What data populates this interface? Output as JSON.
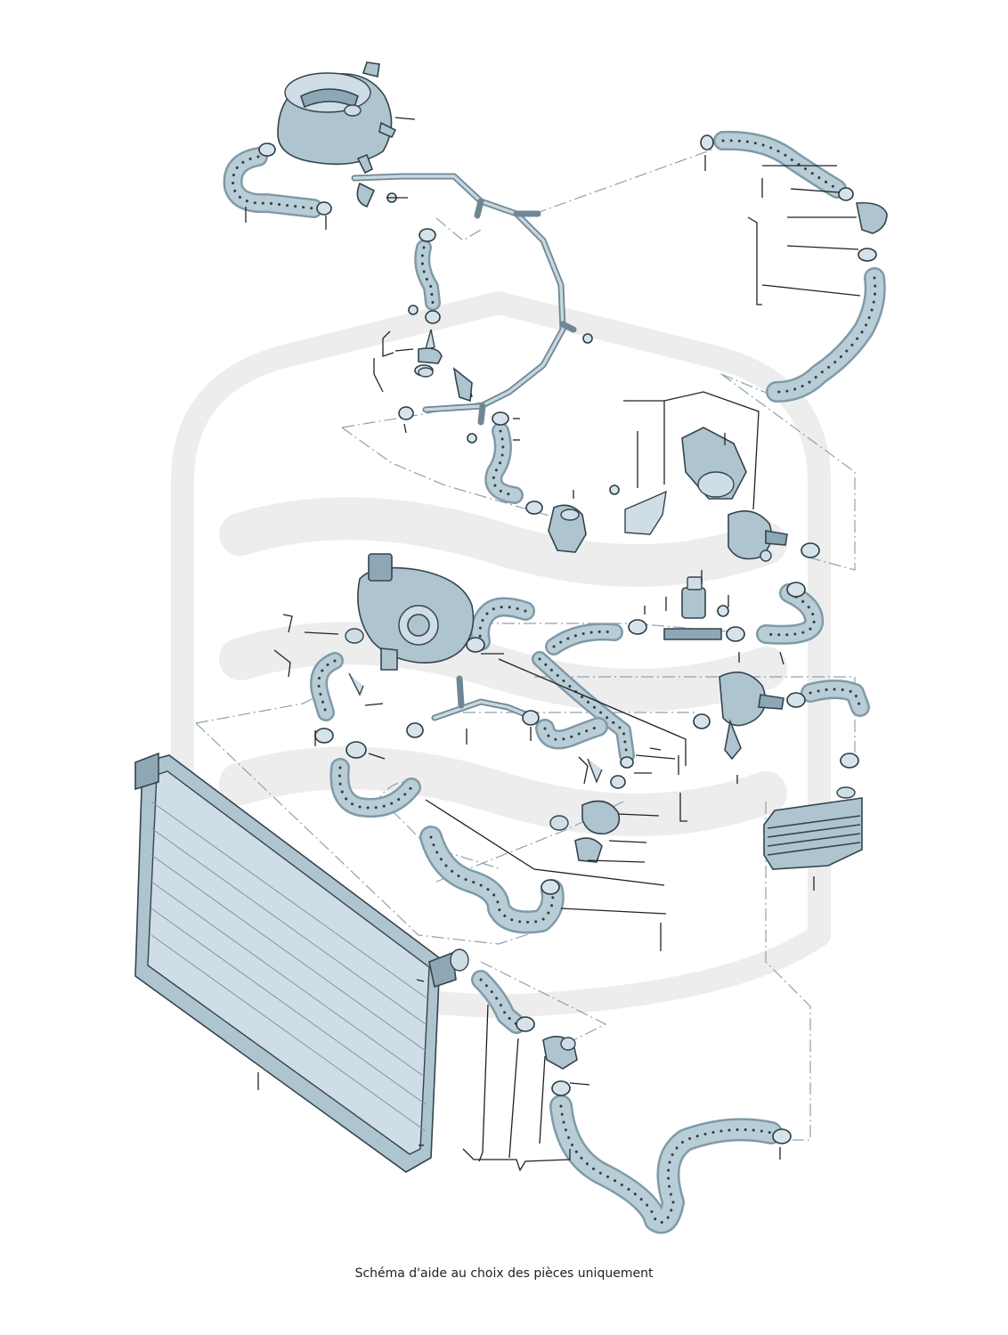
{
  "diagram": {
    "caption": "Schéma d'aide au choix des pièces uniquement",
    "colors": {
      "part_fill": "#aec4cf",
      "part_outline": "#34444e",
      "hose_fill": "#9fb7c3",
      "leader_line": "#222222",
      "dash_dot_line": "#8aa2b0",
      "watermark": "#ececec"
    },
    "parts": [
      {
        "name": "expansion-tank"
      },
      {
        "name": "hose-tank-left"
      },
      {
        "name": "hose-top-right"
      },
      {
        "name": "coolant-pipe-top"
      },
      {
        "name": "hose-right-long"
      },
      {
        "name": "thermostat-housing"
      },
      {
        "name": "auxiliary-pump-upper"
      },
      {
        "name": "coolant-valve"
      },
      {
        "name": "auxiliary-pump-right"
      },
      {
        "name": "oil-cooler"
      },
      {
        "name": "radiator"
      },
      {
        "name": "hose-bottom-long"
      },
      {
        "name": "connector-housing"
      }
    ]
  }
}
